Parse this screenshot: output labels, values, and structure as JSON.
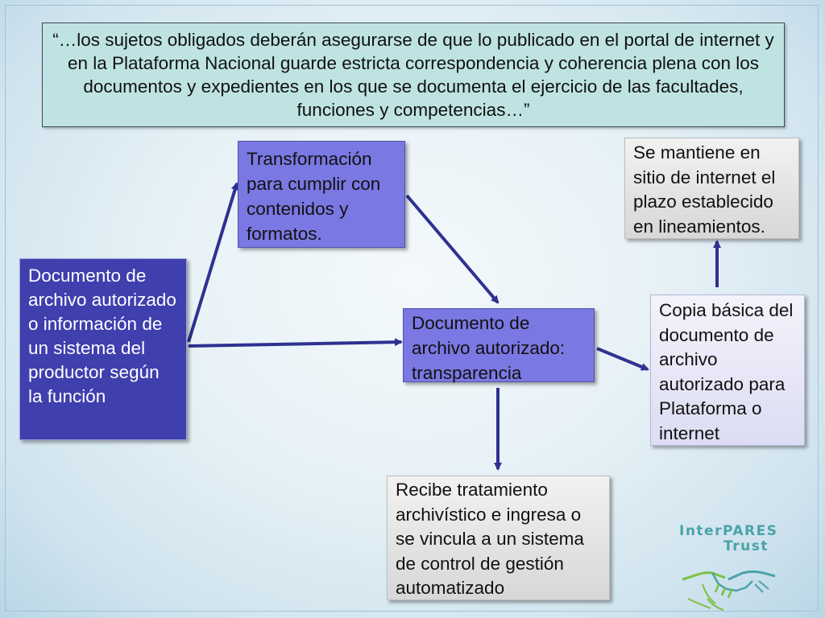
{
  "quote": "“…los sujetos obligados deberán asegurarse de que lo publicado en el portal de internet y en la Plataforma Nacional guarde estricta correspondencia y coherencia plena con los documentos y expedientes en los que se documenta el ejercicio de las facultades, funciones y competencias…”",
  "nodes": {
    "documento_archivo": "Documento de archivo autorizado o información de un sistema del productor según la función",
    "transformacion": "Transformación para cumplir con contenidos y formatos.",
    "documento_transparencia": "Documento de archivo autorizado: transparencia",
    "copia_basica": "Copia básica del documento de archivo autorizado para Plataforma o internet",
    "se_mantiene": "Se mantiene en sitio de internet el plazo establecido en lineamientos.",
    "recibe_tratamiento": "Recibe tratamiento archivístico e ingresa o se vincula a un sistema de control de gestión automatizado"
  },
  "logo": {
    "line1": "InterPARES",
    "line2": "Trust"
  },
  "colors": {
    "arrow": "#2e3192",
    "quote_fill": "#bfe3e3",
    "dark_node": "#3f3fae",
    "mid_node": "#7a78e2",
    "logo_teal": "#4aa3a8",
    "logo_green": "#7cc142"
  }
}
